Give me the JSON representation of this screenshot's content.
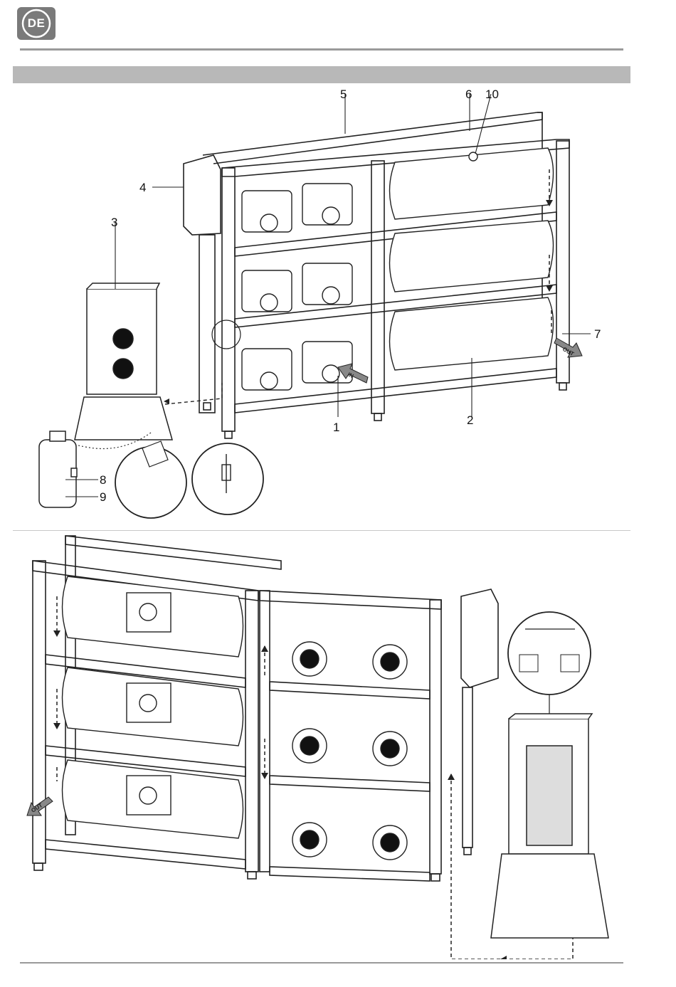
{
  "header": {
    "language_code": "DE",
    "badge_color": "#7a7a7a",
    "rule_color": "#9a9a9a",
    "section_bar_color": "#b8b8b8"
  },
  "figure_top": {
    "callouts": {
      "c1": "1",
      "c2": "2",
      "c3": "3",
      "c4": "4",
      "c5": "5",
      "c6": "6",
      "c7": "7",
      "c8": "8",
      "c9": "9",
      "c10": "10"
    },
    "tags": {
      "in_label": "IN",
      "out_label": "OUT"
    }
  },
  "figure_bottom": {
    "tags": {
      "out_label": "OUT"
    }
  }
}
